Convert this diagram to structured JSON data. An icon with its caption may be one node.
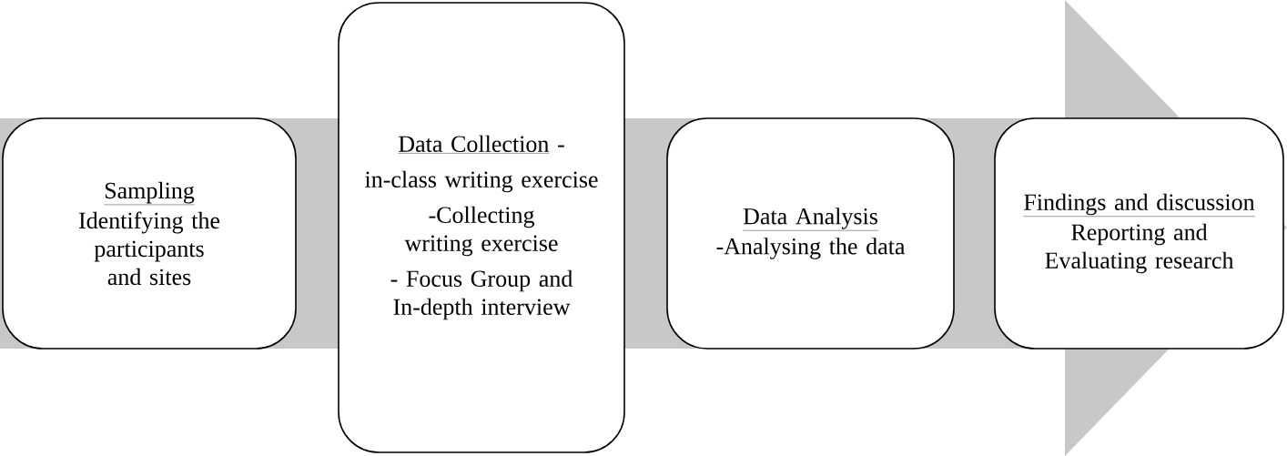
{
  "diagram": {
    "nodes": [
      {
        "text": [
          "Sampling",
          "Identifying the participants and sites"
        ]
      },
      {
        "text": [
          "Data Collection",
          "-",
          "in-class writing exercise",
          "-Collecting writing exercise",
          "- Focus Group and In-depth interview"
        ]
      },
      {
        "text": [
          "Data Analysis",
          "-Analysing the data"
        ]
      },
      {
        "text": [
          "Findings and discussion",
          "Reporting and Evaluating research"
        ]
      }
    ]
  }
}
